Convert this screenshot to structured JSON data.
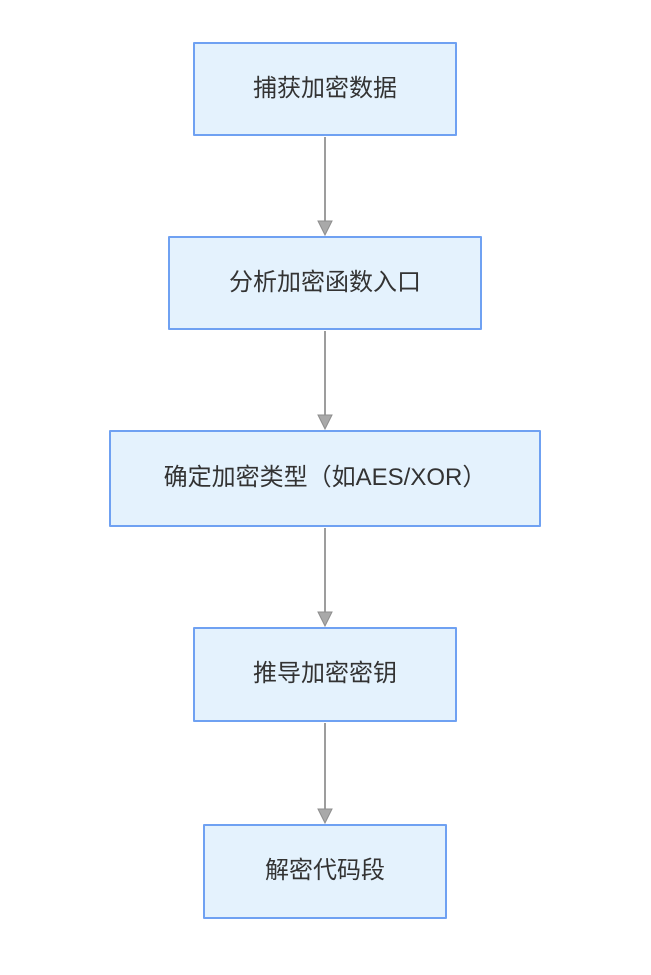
{
  "diagram": {
    "type": "flowchart",
    "direction": "top-down",
    "colors": {
      "background": "#FFFFFF",
      "node_fill": "#E4F2FD",
      "node_border": "#6FA1F2",
      "node_text": "#333333",
      "arrow_line": "#9D9D9D",
      "arrow_head": "#A9A9A9"
    },
    "nodes": [
      {
        "label": "捕获加密数据"
      },
      {
        "label": "分析加密函数入口"
      },
      {
        "label": "确定加密类型（如AES/XOR）"
      },
      {
        "label": "推导加密密钥"
      },
      {
        "label": "解密代码段"
      }
    ],
    "edges": [
      {
        "from": 0,
        "to": 1
      },
      {
        "from": 1,
        "to": 2
      },
      {
        "from": 2,
        "to": 3
      },
      {
        "from": 3,
        "to": 4
      }
    ]
  }
}
